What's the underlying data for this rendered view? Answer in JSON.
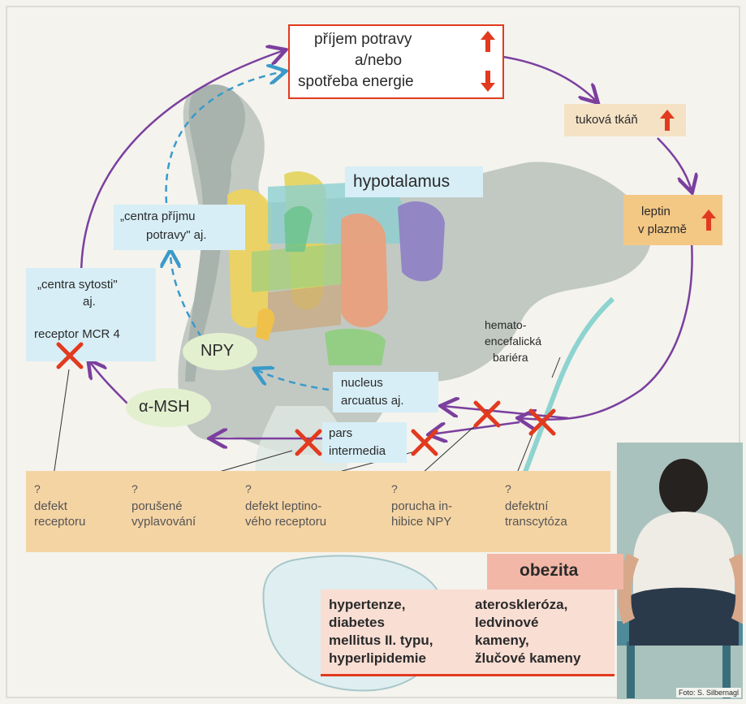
{
  "top_box": {
    "line1": "příjem potravy",
    "line2": "a/nebo",
    "line3": "spotřeba energie"
  },
  "fat_box": {
    "label": "tuková tkáň"
  },
  "leptin_box": {
    "line1": "leptin",
    "line2": "v plazmě"
  },
  "hypothalamus_label": "hypotalamus",
  "centra_prijmu": {
    "line1": "„centra příjmu",
    "line2": "potravy\" aj."
  },
  "centra_sytosti": {
    "line1": "„centra sytosti\"",
    "line2": "aj."
  },
  "receptor_label": "receptor MCR 4",
  "npy_label": "NPY",
  "amsh_label": "α-MSH",
  "nucleus": {
    "line1": "nucleus",
    "line2": "arcuatus aj."
  },
  "pars": {
    "line1": "pars",
    "line2": "intermedia"
  },
  "barrier": {
    "line1": "hemato-",
    "line2": "encefalická",
    "line3": "bariéra"
  },
  "defects": [
    {
      "q": "?",
      "line1": "defekt",
      "line2": "receptoru"
    },
    {
      "q": "?",
      "line1": "porušené",
      "line2": "vyplavování"
    },
    {
      "q": "?",
      "line1": "defekt leptino-",
      "line2": "vého receptoru"
    },
    {
      "q": "?",
      "line1": "porucha in-",
      "line2": "hibice NPY"
    },
    {
      "q": "?",
      "line1": "defektní",
      "line2": "transcytóza"
    }
  ],
  "obezita_label": "obezita",
  "consequences": {
    "left": [
      "hypertenze,",
      "diabetes",
      "mellitus II. typu,",
      "hyperlipidemie"
    ],
    "right": [
      "ateroskleróza,",
      "ledvinové",
      "kameny,",
      "žlučové kameny"
    ]
  },
  "photo_credit": "Foto: S. Silbernagl",
  "colors": {
    "purple": "#7b3f9e",
    "blue_dashed": "#3a9ac9",
    "red": "#e23a1e",
    "orange_panel": "#f5d4a4",
    "light_blue": "#d7eef6",
    "fat_box": "#f5e2c4"
  }
}
